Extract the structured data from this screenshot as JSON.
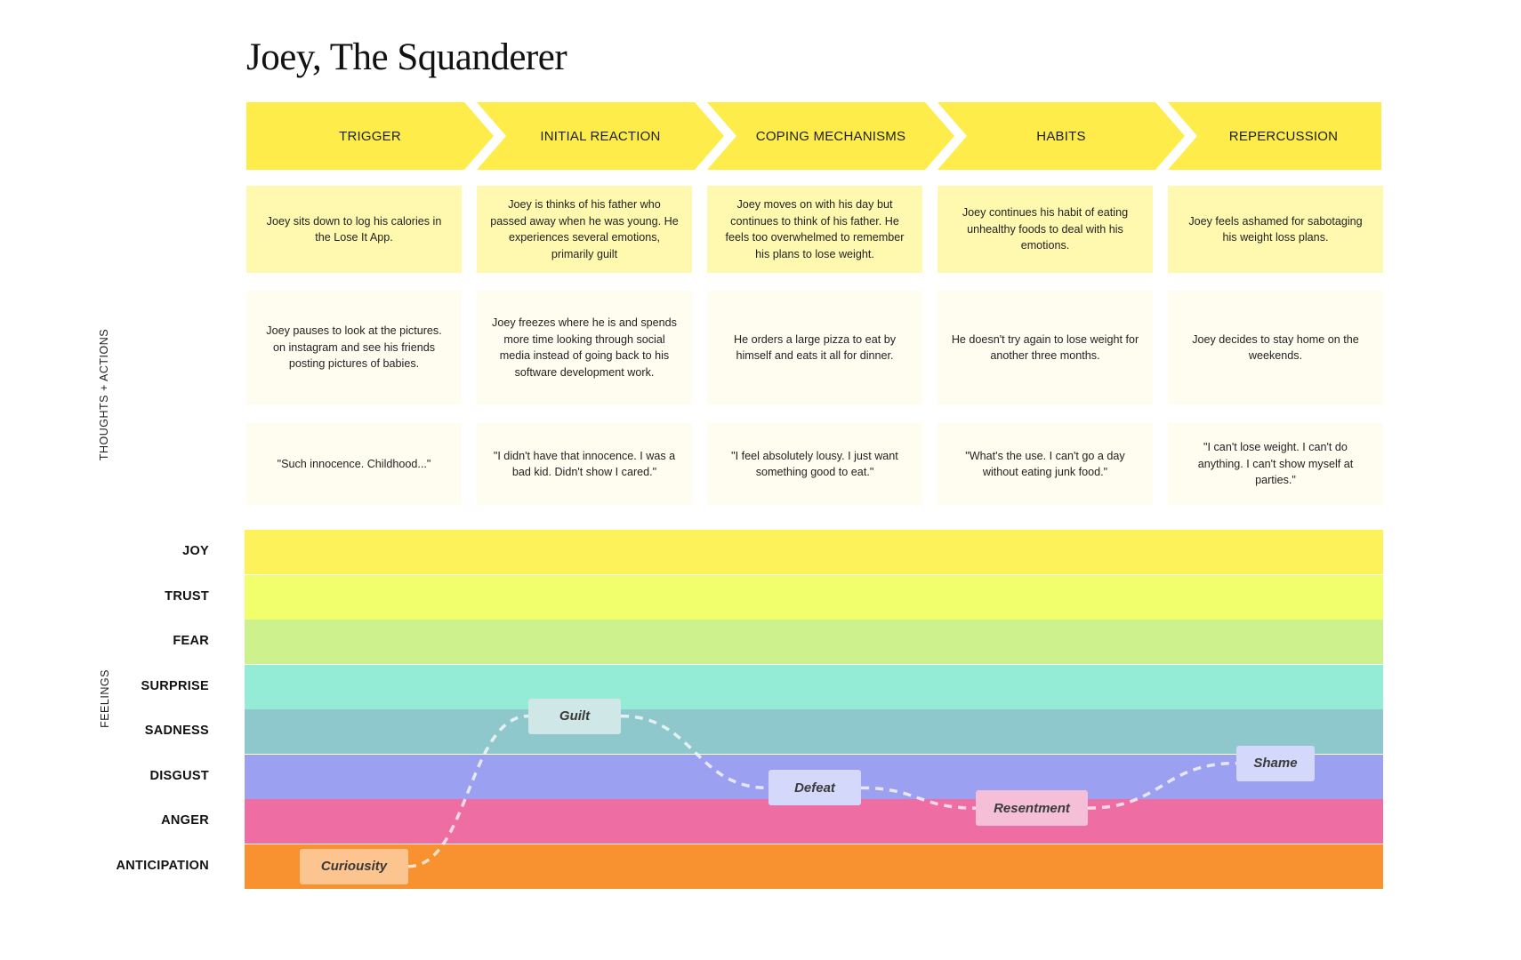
{
  "title": "Joey, The Squanderer",
  "stages": [
    "TRIGGER",
    "INITIAL REACTION",
    "COPING MECHANISMS",
    "HABITS",
    "REPERCUSSION"
  ],
  "rows": {
    "situation": [
      "Joey sits down to log his calories in the Lose It App.",
      "Joey is thinks of his father who passed away when he was young. He experiences several emotions, primarily guilt",
      "Joey moves on with his day but continues to think of his father. He feels too overwhelmed to remember his plans to lose weight.",
      "Joey continues his habit of eating unhealthy foods to deal with his emotions.",
      "Joey feels ashamed for sabotaging his weight loss plans."
    ],
    "actions": [
      "Joey pauses to look at the pictures. on instagram and see his friends posting pictures of babies.",
      "Joey freezes where he is and spends more time looking through social media instead of going back to his software development work.",
      "He orders a large pizza to eat by himself and eats it all for dinner.",
      "He doesn't try again to lose weight for another three months.",
      "Joey decides to stay home on the weekends."
    ],
    "thoughts": [
      "\"Such innocence. Childhood...\"",
      "\"I didn't have that innocence. I was a bad kid. Didn't show I cared.\"",
      "\"I feel absolutely lousy. I just want something good to eat.\"",
      "\"What's the use. I can't go a day without eating junk food.\"",
      "\"I can't lose weight. I can't do anything. I can't show myself at parties.\""
    ]
  },
  "side_labels": {
    "thoughts_actions": "THOUGHTS   +   ACTIONS",
    "feelings": "FEELINGS"
  },
  "emotions": [
    {
      "label": "JOY",
      "color": "#fef25a"
    },
    {
      "label": "TRUST",
      "color": "#f1ff6d"
    },
    {
      "label": "FEAR",
      "color": "#cdf28d"
    },
    {
      "label": "SURPRISE",
      "color": "#95ecd6"
    },
    {
      "label": "SADNESS",
      "color": "#8fc8cc"
    },
    {
      "label": "DISGUST",
      "color": "#9ba1f0"
    },
    {
      "label": "ANGER",
      "color": "#ee6ea3"
    },
    {
      "label": "ANTICIPATION",
      "color": "#f8912f"
    }
  ],
  "feelings_path": [
    {
      "name": "Curiousity",
      "emotion": "ANTICIPATION",
      "level": 0.5
    },
    {
      "name": "Guilt",
      "emotion": "SADNESS",
      "level": 0.15
    },
    {
      "name": "Defeat",
      "emotion": "DISGUST",
      "level": 0.75
    },
    {
      "name": "Resentment",
      "emotion": "ANGER",
      "level": 0.2
    },
    {
      "name": "Shame",
      "emotion": "DISGUST",
      "level": 0.2
    }
  ]
}
